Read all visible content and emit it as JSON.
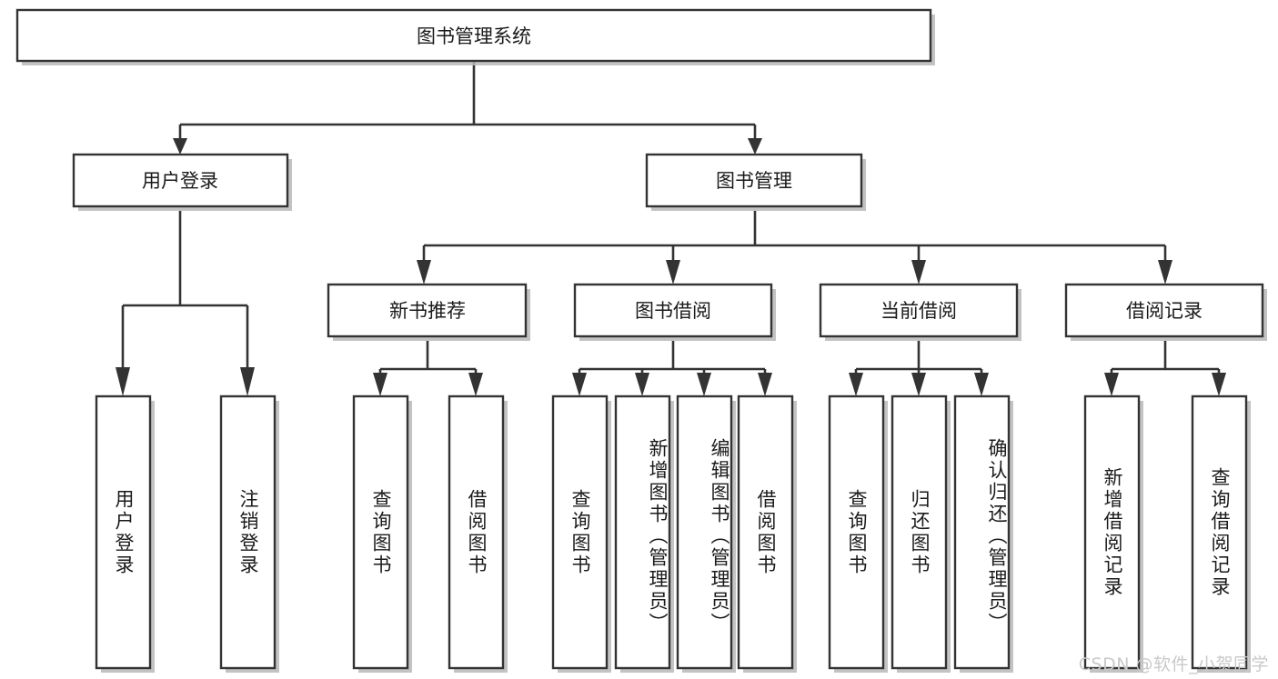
{
  "diagram": {
    "type": "tree",
    "title": "图书管理系统",
    "watermark": "CSDN @软件_小贺同学",
    "colors": {
      "box_fill": "#ffffff",
      "box_stroke": "#333333",
      "text": "#1a1a1a",
      "shadow": "#b8b8b8",
      "watermark": "#c9c9c9",
      "background": "#ffffff"
    },
    "nodes": {
      "root": {
        "label": "图书管理系统"
      },
      "level2": [
        {
          "id": "user-login",
          "label": "用户登录"
        },
        {
          "id": "book-manage",
          "label": "图书管理"
        }
      ],
      "level3": [
        {
          "id": "new-book-recommend",
          "label": "新书推荐"
        },
        {
          "id": "book-borrow",
          "label": "图书借阅"
        },
        {
          "id": "current-borrow",
          "label": "当前借阅"
        },
        {
          "id": "borrow-record",
          "label": "借阅记录"
        }
      ],
      "leaves": {
        "user-login": [
          {
            "id": "leaf-user-login",
            "label": "用户登录"
          },
          {
            "id": "leaf-user-logout",
            "label": "注销登录"
          }
        ],
        "new-book-recommend": [
          {
            "id": "leaf-query-book-1",
            "label": "查询图书"
          },
          {
            "id": "leaf-borrow-book-1",
            "label": "借阅图书"
          }
        ],
        "book-borrow": [
          {
            "id": "leaf-query-book-2",
            "label": "查询图书"
          },
          {
            "id": "leaf-add-book",
            "label": "新增图书（管理员）"
          },
          {
            "id": "leaf-edit-book",
            "label": "编辑图书（管理员）"
          },
          {
            "id": "leaf-borrow-book-2",
            "label": "借阅图书"
          }
        ],
        "current-borrow": [
          {
            "id": "leaf-query-book-3",
            "label": "查询图书"
          },
          {
            "id": "leaf-return-book",
            "label": "归还图书"
          },
          {
            "id": "leaf-confirm-return",
            "label": "确认归还（管理员）"
          }
        ],
        "borrow-record": [
          {
            "id": "leaf-add-record",
            "label": "新增借阅记录"
          },
          {
            "id": "leaf-query-record",
            "label": "查询借阅记录"
          }
        ]
      }
    }
  }
}
